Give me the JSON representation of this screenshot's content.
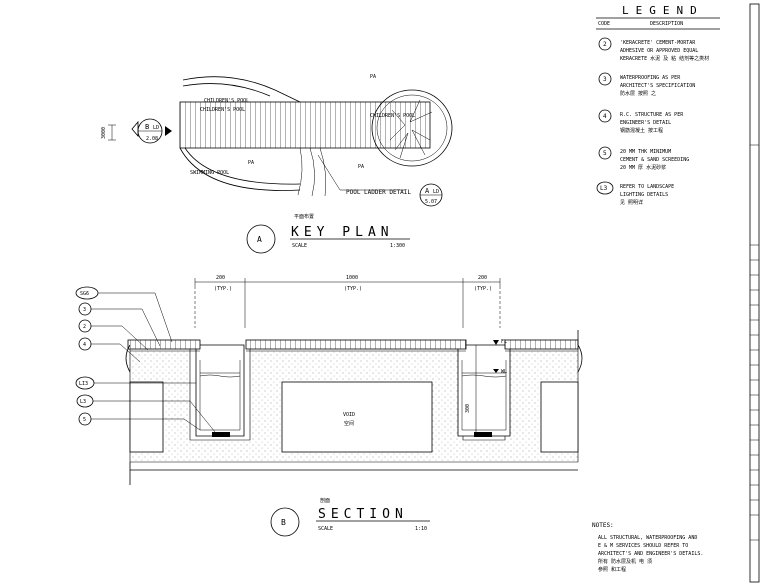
{
  "key_plan": {
    "chinese_title": "平面布置",
    "title": "KEY PLAN",
    "scale_label": "SCALE",
    "scale_value": "1:300",
    "bubble": "A",
    "labels": {
      "pa_1": "PA",
      "pa_2": "PA",
      "pa_3": "PA",
      "childrens_pool": "CHILDREN'S POOL",
      "childrens_pool_2": "CHILDREN'S POOL",
      "childrens_pool_3": "CHILDREN'S POOL",
      "swimming_pool": "SWIMMING POOL",
      "pool_ladder": "POOL LADDER DETAIL",
      "dim_3000": "3000",
      "section_ref_letter": "B",
      "section_ref_sheet": "2.08",
      "detail_ref_letter": "A",
      "detail_ref_code": "LD",
      "detail_ref_sheet": "5.07",
      "section_ref_code": "LD"
    }
  },
  "section": {
    "chinese_title": "剖面",
    "title": "SECTION",
    "scale_label": "SCALE",
    "scale_value": "1:10",
    "bubble": "B",
    "dims": {
      "left": "200",
      "mid": "1000",
      "right": "200",
      "typ": "(TYP.)",
      "typ_mid": "(TYP.)",
      "typ_right": "(TYP.)",
      "vertical": "300",
      "fl": "FL",
      "wl": "WL"
    },
    "void_label": "VOID",
    "void_cn": "空间",
    "callouts": [
      "SG6",
      "3",
      "2",
      "4",
      "LI3",
      "L3",
      "5"
    ]
  },
  "legend": {
    "title": "LEGEND",
    "col_code": "CODE",
    "col_desc": "DESCRIPTION",
    "items": [
      {
        "code": "2",
        "lines": [
          "'KERACRETE' CEMENT-MORTAR",
          "ADHESIVE OR APPROVED EQUAL",
          "KERACRETE   水泥 及 粘 结剂等之类材"
        ]
      },
      {
        "code": "3",
        "lines": [
          "WATERPROOFING AS PER",
          "ARCHITECT'S SPECIFICATION",
          "防水层 按照        之"
        ]
      },
      {
        "code": "4",
        "lines": [
          "R.C. STRUCTURE AS PER",
          "ENGINEER'S DETAIL",
          "钢筋混凝土         按工程"
        ]
      },
      {
        "code": "5",
        "lines": [
          "20 MM THK MINIMUM",
          "CEMENT & SAND SCREEDING",
          "20 MM 厚 水泥砂浆"
        ]
      },
      {
        "code": "L3",
        "lines": [
          "REFER TO LANDSCAPE",
          "LIGHTING DETAILS",
          "见 照明详"
        ]
      }
    ]
  },
  "notes": {
    "title": "NOTES:",
    "lines": [
      "ALL STRUCTURAL, WATERPROOFING AND",
      "E & M SERVICES SHOULD REFER TO",
      "ARCHITECT'S AND ENGINEER'S DETAILS.",
      "所有    防水层及机 电 须",
      "参照    和工程"
    ]
  }
}
